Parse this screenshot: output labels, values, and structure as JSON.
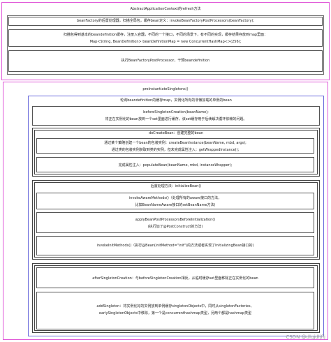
{
  "refresh": {
    "title": "AbstractApplicationContext的refresh方法",
    "step1": "beanFactory的后置处理器，扫描全局包，缓存bean定义：invokeBeanFactoryPostProcessors(beanFactory);",
    "step2_line1": "扫描包得到基本的beandefinition缓存，注册入容器，不同的一个接口，不同的场景下，有不同的实现，缓存结果存放到map里面：",
    "step2_line2": "Map<String, BeanDefinition> beanDefinitionMap = new ConcurrentHashMap<>(256);",
    "step3": "执行BeanFactoryPostProcessor，干预beandefinition"
  },
  "preinst": {
    "title": "preInstantiateSingletons()",
    "loop_title": "轮询beandefinition的缓存map，实例化所有的非懒加载的单例的bean",
    "before_line1": "beforeSingletonCreation(beanName);",
    "before_line2": "将正在实例化的bean放到一个set里面进行缓存，该set缓存用于后续解决循环依赖的问题。",
    "docreate": {
      "title": "doCreateBean：创建完整的bean",
      "wrapper_line1": "通过某个策略创建一个bean的包装实例：createBeanInstance(beanName, mbd, args);",
      "wrapper_line2": "通过类的包装实例获取到类的实例，但未完成属性注入：getWrappedInstance();",
      "populate": "完成属性注入：populateBean(beanName, mbd, instanceWrapper);"
    },
    "init": {
      "title": "后置处理方法：initializeBean()",
      "aware_line1": "invokeAwareMethods()（处理所有的aware接口的方法，",
      "aware_line2": "比如BeanNameAware接口的setBeanName方法)",
      "bpp_line1": "applyBeanPostProcessorsBeforeInitialization()",
      "bpp_line2": "(执行加了@PostConstruct的方法)",
      "initmethods": "invokeInitMethods()（执行@Bean(initMethod=\"init\")的方法或者实现了InitializingBean接口的)"
    },
    "after": "afterSingletonCreation：与beforeSingletonCreation相反，从临时缓存set里面移除正在实例化的bean",
    "add_line1": "addSingleton：将实例化好的实例放到单例缓存singletonObjects中，同时从singletonFactories、",
    "add_line2": "earlySingletonObjects中移除，第一个是concurrenthashmap类型，另两个都是hashmap类型"
  },
  "watermark": "CSDN @dlqjdljflj"
}
